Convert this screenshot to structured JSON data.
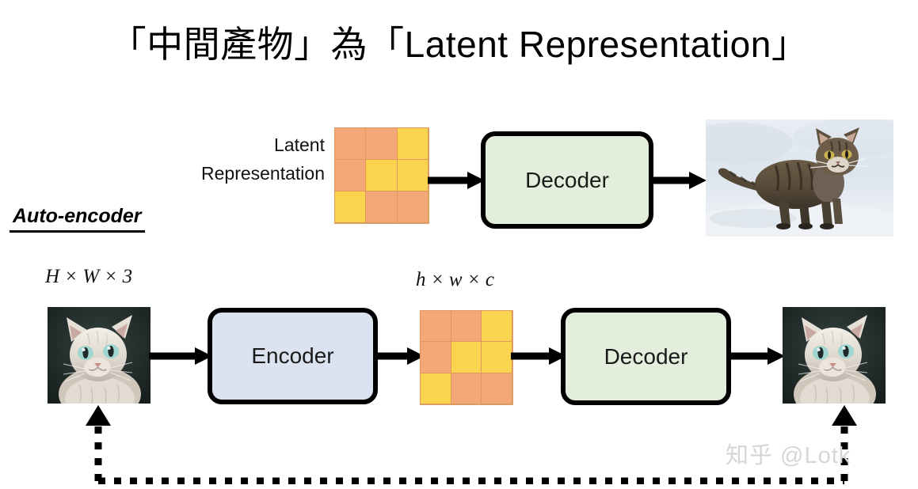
{
  "slide": {
    "title": "「中間產物」為「Latent Representation」",
    "section_label": "Auto-encoder",
    "watermark": "知乎 @Lotk"
  },
  "top_row": {
    "caption_line1": "Latent",
    "caption_line2": "Representation",
    "latent_grid": {
      "rows": 3,
      "cols": 3,
      "cells": [
        [
          "orange",
          "orange",
          "yellow"
        ],
        [
          "orange",
          "yellow",
          "yellow"
        ],
        [
          "yellow",
          "orange",
          "orange"
        ]
      ]
    },
    "decoder_label": "Decoder",
    "output_image_alt": "tabby-cat-in-snow"
  },
  "bottom_row": {
    "input_shape_label": "H × W × 3",
    "latent_shape_label": "h × w × c",
    "input_image_alt": "white-fluffy-cat-portrait",
    "encoder_label": "Encoder",
    "latent_grid": {
      "rows": 3,
      "cols": 3,
      "cells": [
        [
          "orange",
          "orange",
          "yellow"
        ],
        [
          "orange",
          "yellow",
          "yellow"
        ],
        [
          "yellow",
          "orange",
          "orange"
        ]
      ]
    },
    "decoder_label": "Decoder",
    "reconstruction_image_alt": "white-fluffy-cat-portrait-reconstruction"
  },
  "colors": {
    "cell_orange": "#f4a879",
    "cell_yellow": "#fbd44f",
    "encoder_fill": "#dce3f0",
    "decoder_fill": "#e4eedd",
    "stroke": "#000000",
    "watermark": "#d6d6d6"
  }
}
